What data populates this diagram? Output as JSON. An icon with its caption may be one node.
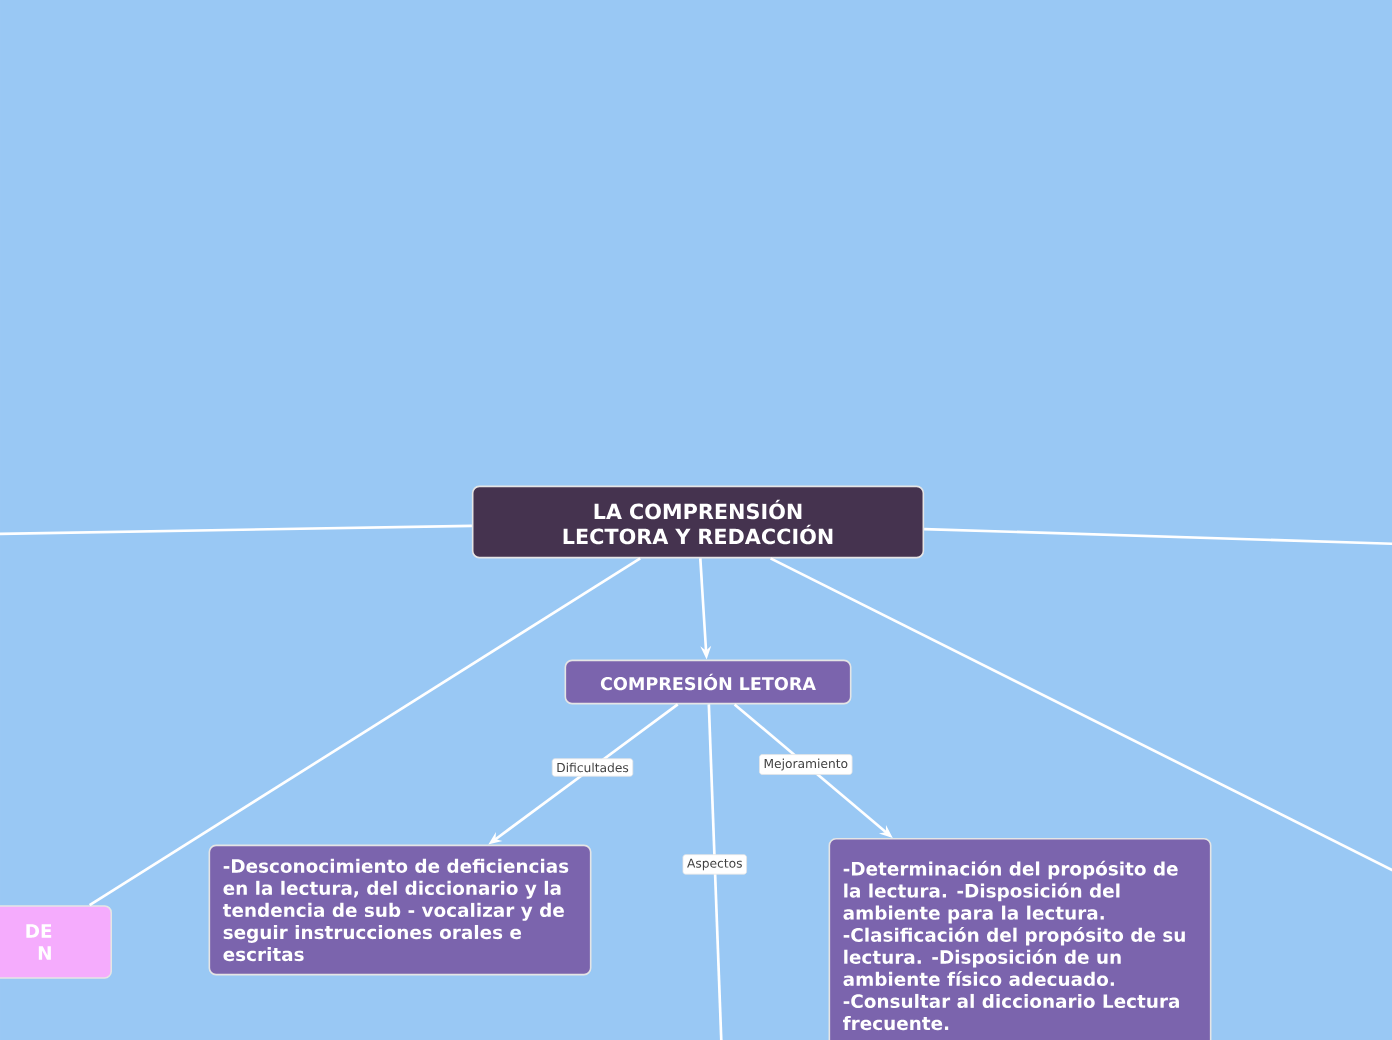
{
  "diagram": {
    "nodes": [
      {
        "text": [
          "LA COMPRENSIÓN LECTORA Y REDACCIÓN"
        ]
      },
      {
        "text": [
          "COMPRESIÓN LETORA"
        ]
      },
      {
        "text": [
          "-Desconocimiento de deficiencias en la lectura, del diccionario y la tendencia de sub - vocalizar y de seguir instrucciones orales e escritas"
        ]
      },
      {
        "text": [
          "-Determinación del propósito de la lectura.  -Disposición del ambiente para la lectura.        -Clasificación del propósito de su lectura.     -Disposición de un ambiente físico adecuado. -Consultar al diccionario Lectura frecuente."
        ]
      },
      {
        "text": [
          "DE N"
        ]
      }
    ],
    "edges": [
      {
        "from": 0,
        "to": 1,
        "arrow": "to"
      },
      {
        "from": 1,
        "to": 2,
        "arrow": "to",
        "label": "Dificultades"
      },
      {
        "from": 1,
        "to": 3,
        "arrow": "to",
        "label": "Mejoramiento"
      },
      {
        "from": 1,
        "to": null,
        "arrow": "none",
        "label": "Aspectos"
      },
      {
        "from": 0,
        "to": 4,
        "arrow": "none"
      },
      {
        "from": 0,
        "to": null,
        "arrow": "none"
      },
      {
        "from": 0,
        "to": null,
        "arrow": "none"
      },
      {
        "from": 0,
        "to": null,
        "arrow": "none"
      }
    ]
  }
}
